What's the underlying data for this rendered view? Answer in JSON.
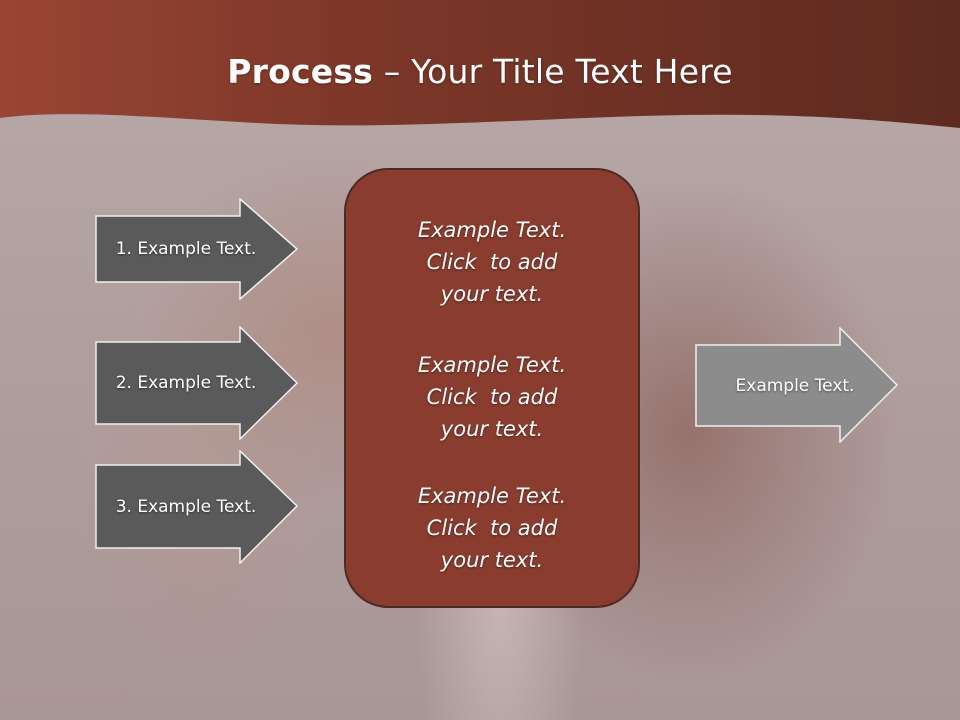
{
  "slide": {
    "title_bold": "Process",
    "title_rest": " – Your Title Text Here"
  },
  "left_arrows": [
    {
      "label": "1. Example Text."
    },
    {
      "label": "2. Example Text."
    },
    {
      "label": "3. Example Text."
    }
  ],
  "center_box": {
    "blocks": [
      {
        "lines": [
          "Example Text.",
          "Click  to add",
          "your text."
        ]
      },
      {
        "lines": [
          "Example Text.",
          "Click  to add",
          "your text."
        ]
      },
      {
        "lines": [
          "Example Text.",
          "Click  to add",
          "your text."
        ]
      }
    ]
  },
  "right_arrow": {
    "label": "Example Text."
  },
  "colors": {
    "header": "#7e3829",
    "dark_arrow": "#5a5a5a",
    "light_arrow": "#8c8c8c",
    "box": "#8a3d2e"
  }
}
